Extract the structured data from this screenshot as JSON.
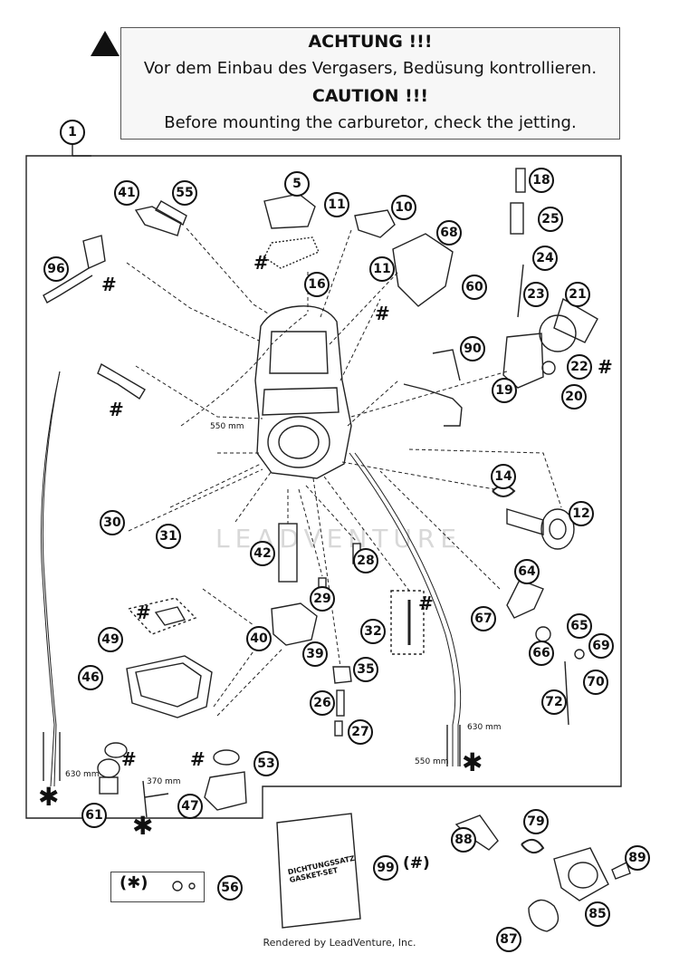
{
  "banner": {
    "heading_de": "ACHTUNG !!!",
    "text_de": "Vor dem Einbau des Vergasers, Bedüsung kontrollieren.",
    "heading_en": "CAUTION !!!",
    "text_en": "Before mounting the carburetor, check the jetting."
  },
  "callouts": [
    "1",
    "5",
    "10",
    "11",
    "11",
    "12",
    "14",
    "16",
    "18",
    "19",
    "20",
    "21",
    "22",
    "23",
    "24",
    "25",
    "26",
    "27",
    "28",
    "29",
    "30",
    "31",
    "32",
    "35",
    "39",
    "40",
    "41",
    "42",
    "46",
    "47",
    "49",
    "53",
    "55",
    "56",
    "60",
    "61",
    "64",
    "65",
    "66",
    "67",
    "68",
    "69",
    "70",
    "72",
    "79",
    "85",
    "87",
    "88",
    "89",
    "90",
    "96",
    "99"
  ],
  "markers": {
    "hash": "#",
    "star": "✱"
  },
  "dimensions": {
    "d550": "550 mm",
    "d630": "630 mm",
    "d370": "370 mm"
  },
  "kit": {
    "label": "(✱)",
    "gasket_ref": "(#)",
    "gasket_set_de": "DICHTUNGSSATZ",
    "gasket_set_en": "GASKET-SET"
  },
  "watermark": "LEADVENTURE",
  "footer": "Rendered by LeadVenture, Inc.",
  "colors": {
    "ink": "#111111",
    "banner_bg": "#f7f7f7"
  }
}
